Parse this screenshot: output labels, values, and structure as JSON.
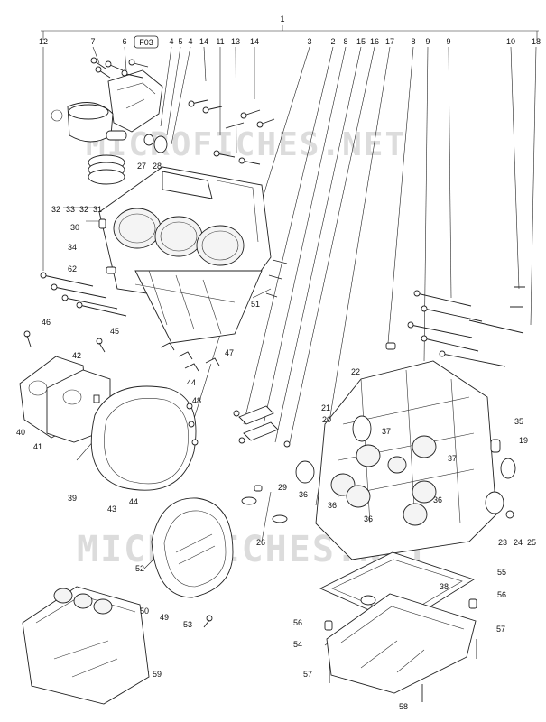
{
  "watermark": "MICROFICHES.NET",
  "reference_code": "F03",
  "labels_top": [
    "1",
    "12",
    "7",
    "6",
    "4",
    "5",
    "4",
    "14",
    "11",
    "13",
    "14",
    "3",
    "2",
    "8",
    "15",
    "16",
    "17",
    "8",
    "9",
    "9",
    "10",
    "18"
  ],
  "labels_main": [
    "27",
    "28",
    "32",
    "33",
    "32",
    "31",
    "30",
    "34",
    "62",
    "51",
    "46",
    "45",
    "42",
    "47",
    "40",
    "41",
    "44",
    "48",
    "39",
    "43",
    "44",
    "22",
    "21",
    "20",
    "37",
    "37",
    "35",
    "19",
    "29",
    "36",
    "36",
    "36",
    "36",
    "23",
    "24",
    "25",
    "26",
    "52",
    "50",
    "49",
    "53",
    "55",
    "38",
    "56",
    "56",
    "54",
    "57",
    "57",
    "58",
    "59"
  ]
}
